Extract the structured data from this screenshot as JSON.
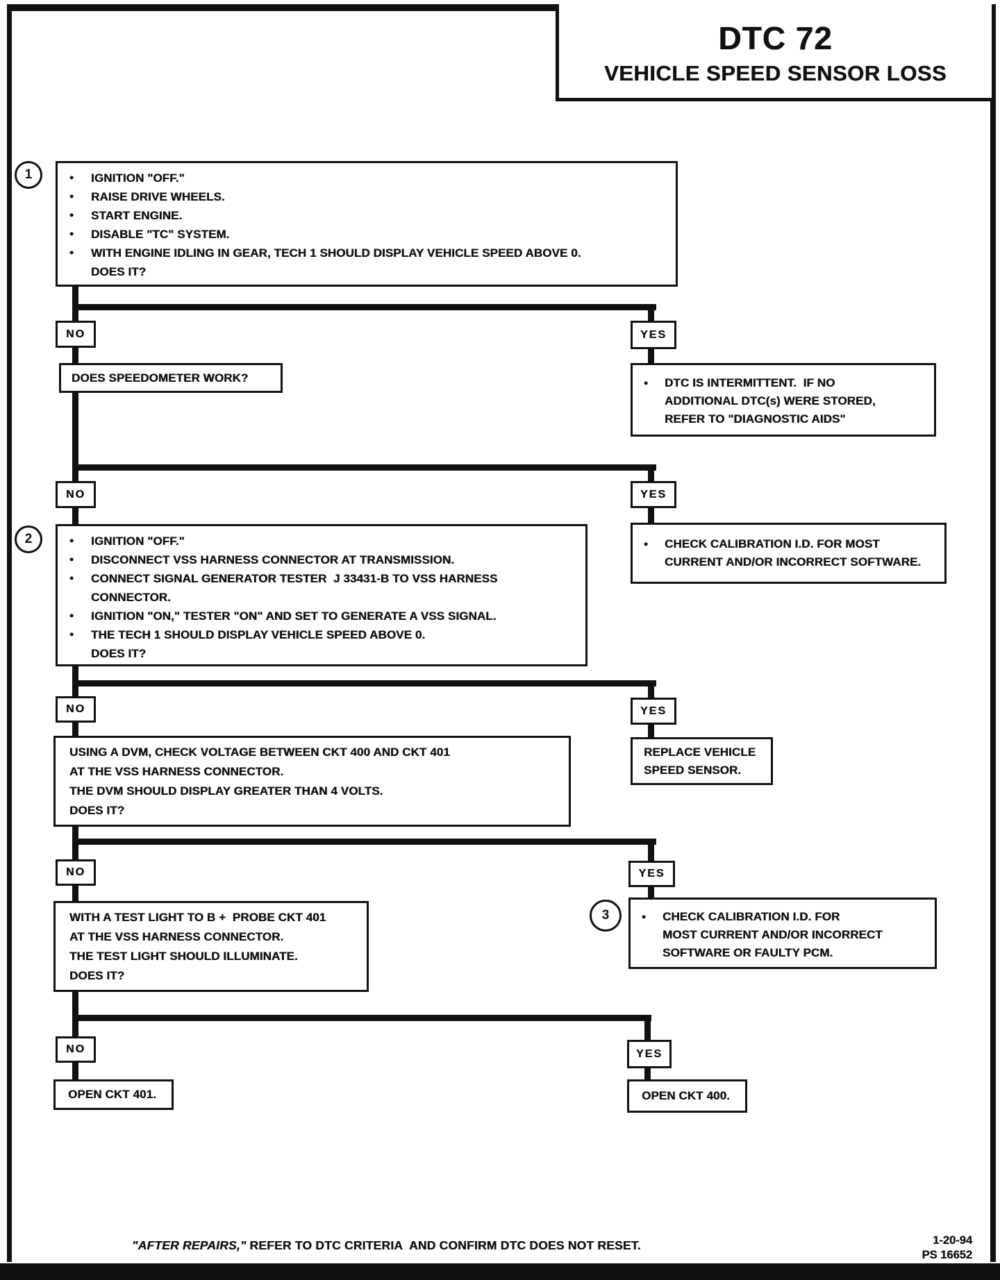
{
  "colors": {
    "ink": "#111111",
    "paper": "#ffffff"
  },
  "glyphs": {
    "bullet": "●"
  },
  "header": {
    "title": "DTC 72",
    "subtitle": "VEHICLE SPEED SENSOR LOSS"
  },
  "labels": {
    "no": "NO",
    "yes": "YES"
  },
  "step1": {
    "number": "1",
    "bullets": [
      "IGNITION \"OFF.\"",
      "RAISE DRIVE WHEELS.",
      "START ENGINE.",
      "DISABLE \"TC\" SYSTEM.",
      "WITH ENGINE IDLING IN GEAR, TECH 1 SHOULD DISPLAY VEHICLE SPEED ABOVE 0."
    ],
    "question": "DOES IT?"
  },
  "speedometer_box": {
    "text": "DOES SPEEDOMETER WORK?"
  },
  "intermittent_box": {
    "lines": [
      "DTC IS INTERMITTENT.  IF NO",
      "ADDITIONAL DTC(s) WERE STORED,",
      "REFER TO \"DIAGNOSTIC AIDS\""
    ]
  },
  "calibration_box": {
    "lines": [
      "CHECK CALIBRATION I.D. FOR MOST",
      "CURRENT AND/OR INCORRECT SOFTWARE."
    ]
  },
  "step2": {
    "number": "2",
    "bullets": [
      "IGNITION \"OFF.\"",
      "DISCONNECT VSS HARNESS CONNECTOR AT TRANSMISSION.",
      "CONNECT SIGNAL GENERATOR TESTER  J 33431-B TO VSS HARNESS",
      "CONNECTOR.",
      "IGNITION \"ON,\" TESTER \"ON\" AND SET TO GENERATE A VSS SIGNAL.",
      "THE TECH 1 SHOULD DISPLAY VEHICLE SPEED ABOVE 0."
    ],
    "question": "DOES IT?"
  },
  "dvm_box": {
    "lines": [
      "USING A DVM, CHECK VOLTAGE BETWEEN CKT 400 AND CKT 401",
      "AT THE VSS HARNESS CONNECTOR.",
      "THE DVM SHOULD DISPLAY GREATER THAN 4 VOLTS.",
      "DOES IT?"
    ]
  },
  "replace_box": {
    "lines": [
      "REPLACE VEHICLE",
      "SPEED SENSOR."
    ]
  },
  "testlight_box": {
    "lines": [
      "WITH A TEST LIGHT TO B +  PROBE CKT 401",
      "AT THE VSS HARNESS CONNECTOR.",
      "THE TEST LIGHT SHOULD ILLUMINATE.",
      "DOES IT?"
    ]
  },
  "calibration_pcm_box": {
    "number": "3",
    "lines": [
      "CHECK CALIBRATION I.D. FOR",
      "MOST CURRENT AND/OR INCORRECT",
      "SOFTWARE OR FAULTY PCM."
    ]
  },
  "open_401_box": {
    "text": "OPEN CKT 401."
  },
  "open_400_box": {
    "text": "OPEN CKT 400."
  },
  "footer": {
    "note_italic": "\"AFTER REPAIRS,\"",
    "note_rest": " REFER TO DTC CRITERIA  AND CONFIRM DTC DOES NOT RESET.",
    "date": "1-20-94",
    "code": "PS 16652"
  }
}
